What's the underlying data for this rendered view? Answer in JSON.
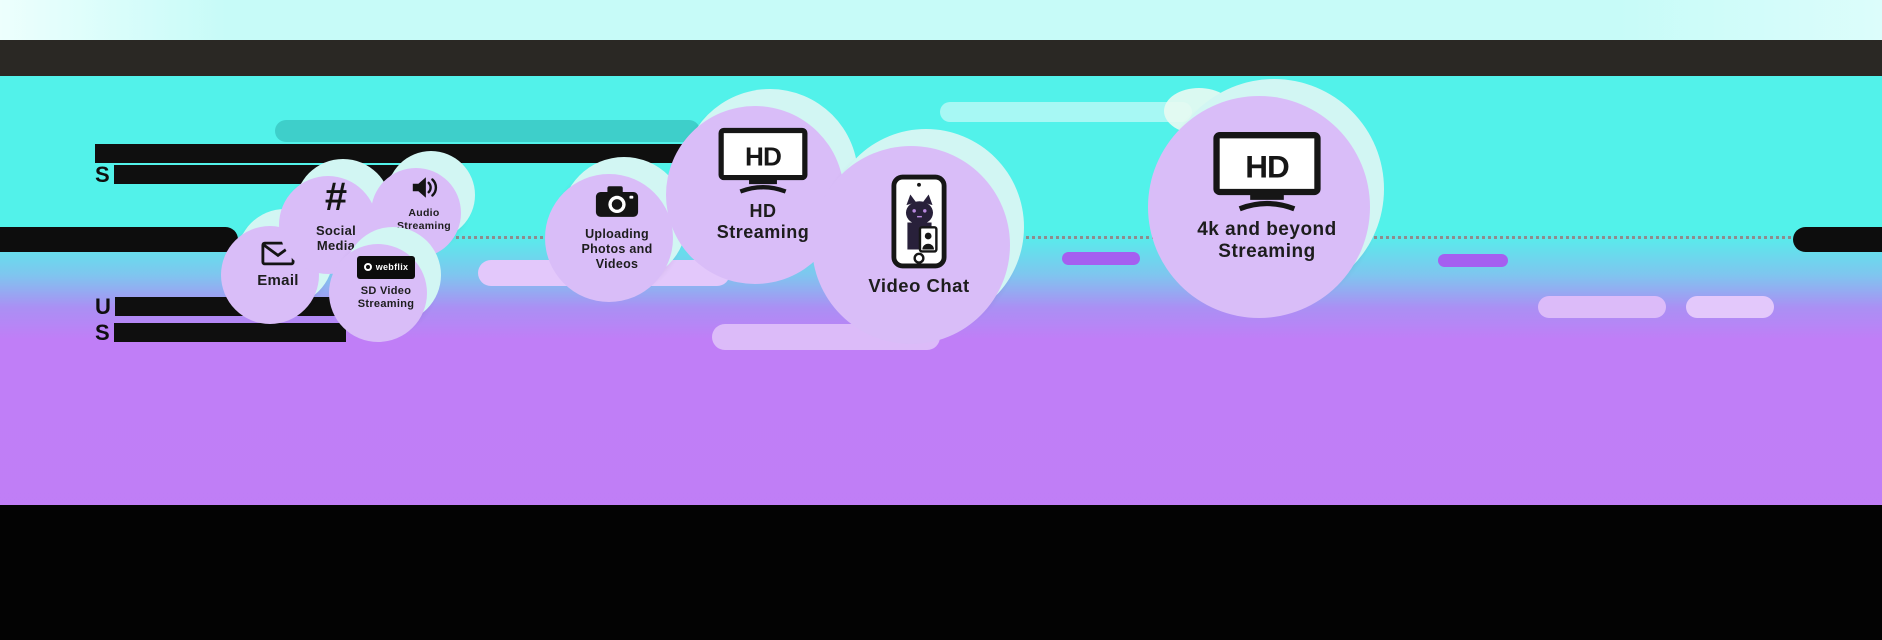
{
  "bubbles": [
    {
      "name": "email",
      "label": "Email"
    },
    {
      "name": "social-media",
      "label": "Social Media"
    },
    {
      "name": "audio-streaming",
      "label": "Audio Streaming"
    },
    {
      "name": "sd-video-streaming",
      "label": "SD Video Streaming",
      "logo_text": "webflix"
    },
    {
      "name": "uploading-photos-videos",
      "label": "Uploading Photos and Videos"
    },
    {
      "name": "hd-streaming",
      "label": "HD Streaming",
      "screen_text": "HD"
    },
    {
      "name": "video-chat",
      "label": "Video Chat"
    },
    {
      "name": "4k-streaming",
      "label": "4k and beyond Streaming",
      "screen_text": "HD"
    }
  ],
  "redacted_text": {
    "line2_prefix": "S",
    "line3_prefix": "U",
    "line4_prefix": "S"
  },
  "colors": {
    "background_teal": "#52f2ea",
    "background_purple": "#c07ef7",
    "top_strip": "#c7fbf8",
    "header_bar": "#2a2824",
    "footer_bar": "#030303",
    "ink": "#0f0f0f",
    "label_text": "#1d1d1d",
    "dotted_line": "#8d8d8d"
  }
}
